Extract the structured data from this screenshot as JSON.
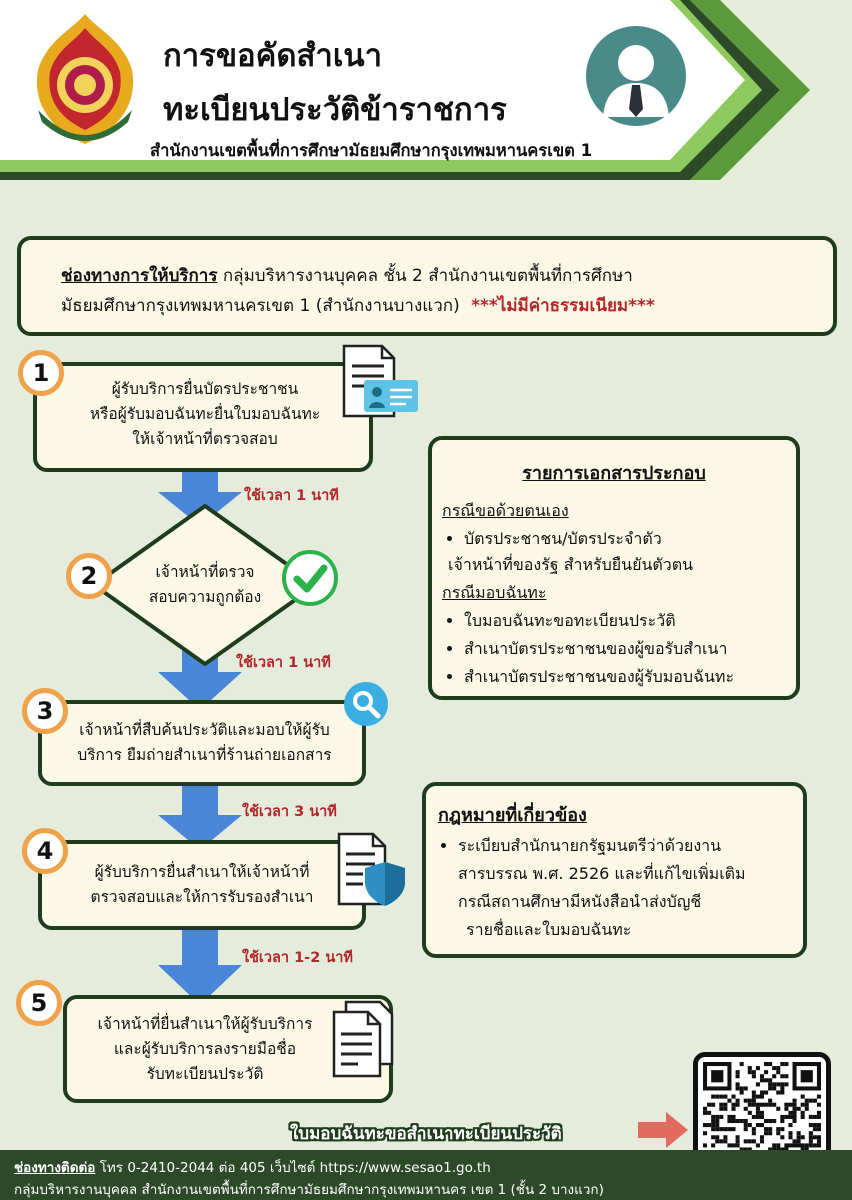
{
  "header": {
    "title_line1": "การขอคัดสำเนา",
    "title_line2": "ทะเบียนประวัติข้าราชการ",
    "subtitle": "สำนักงานเขตพื้นที่การศึกษามัธยมศึกษากรุงเทพมหานครเขต 1",
    "logo_icon": "ministry-emblem-icon",
    "person_icon": "person-avatar-icon"
  },
  "service": {
    "label": "ช่องทางการให้บริการ",
    "line1": "กลุ่มบริหารงานบุคคล ชั้น 2 สำนักงานเขตพื้นที่การศึกษา",
    "line2": "มัธยมศึกษากรุงเทพมหานครเขต 1 (สำนักงานบางแวก)",
    "fee_note": "***ไม่มีค่าธรรมเนียม***"
  },
  "steps": [
    {
      "num": "1",
      "lines": [
        "ผู้รับบริการยื่นบัตรประชาชน",
        "หรือผู้รับมอบฉันทะยื่นใบมอบฉันทะ",
        "ให้เจ้าหน้าที่ตรวจสอบ"
      ]
    },
    {
      "num": "2",
      "lines": [
        "เจ้าหน้าที่ตรวจ",
        "สอบความถูกต้อง"
      ]
    },
    {
      "num": "3",
      "lines": [
        "เจ้าหน้าที่สืบค้นประวัติและมอบให้ผู้รับ",
        "บริการ ยืมถ่ายสำเนาที่ร้านถ่ายเอกสาร"
      ]
    },
    {
      "num": "4",
      "lines": [
        "ผู้รับบริการยื่นสำเนาให้เจ้าหน้าที่",
        "ตรวจสอบและให้การรับรองสำเนา"
      ]
    },
    {
      "num": "5",
      "lines": [
        "เจ้าหน้าที่ยื่นสำเนาให้ผู้รับบริการ",
        "และผู้รับบริการลงรายมือชื่อ",
        "รับทะเบียนประวัติ"
      ]
    }
  ],
  "times": [
    "ใช้เวลา 1 นาที",
    "ใช้เวลา 1 นาที",
    "ใช้เวลา 3 นาที",
    "ใช้เวลา 1-2 นาที"
  ],
  "documents": {
    "title": "รายการเอกสารประกอบ",
    "self_heading": "กรณีขอด้วยตนเอง",
    "self_item_line1": "บัตรประชาชน/บัตรประจำตัว",
    "self_item_line2": "เจ้าหน้าที่ของรัฐ สำหรับยืนยันตัวตน",
    "proxy_heading": "กรณีมอบฉันทะ",
    "proxy_items": [
      "ใบมอบฉันทะขอทะเบียนประวัติ",
      "สำเนาบัตรประชาชนของผู้ขอรับสำเนา",
      "สำเนาบัตรประชาชนของผู้รับมอบฉันทะ"
    ]
  },
  "law": {
    "title": "กฎหมายที่เกี่ยวข้อง",
    "line1": "ระเบียบสำนักนายกรัฐมนตรีว่าด้วยงาน",
    "line2": "สารบรรณ พ.ศ. 2526 และที่แก้ไขเพิ่มเติม",
    "line3": "กรณีสถานศึกษามีหนังสือนำส่งบัญชี",
    "line4": "รายชื่อและใบมอบฉันทะ"
  },
  "qr": {
    "caption": "ใบมอบฉันทะขอสำเนาทะเบียนประวัติ",
    "icon": "qr-code-icon"
  },
  "footer": {
    "contact_label": "ช่องทางติดต่อ",
    "contact_text": "โทร 0-2410-2044 ต่อ 405 เว็บไซต์ https://www.sesao1.go.th",
    "address": "กลุ่มบริหารงานบุคคล สำนักงานเขตพื้นที่การศึกษามัธยมศึกษากรุงเทพมหานคร เขต 1 (ชั้น 2 บางแวก)"
  },
  "colors": {
    "dark_green": "#1f3d1c",
    "accent_green": "#76b843",
    "box_fill": "#fbf9e6",
    "arrow_blue": "#4a86d8",
    "time_red": "#b3262b",
    "badge_orange": "#f0a24a"
  }
}
